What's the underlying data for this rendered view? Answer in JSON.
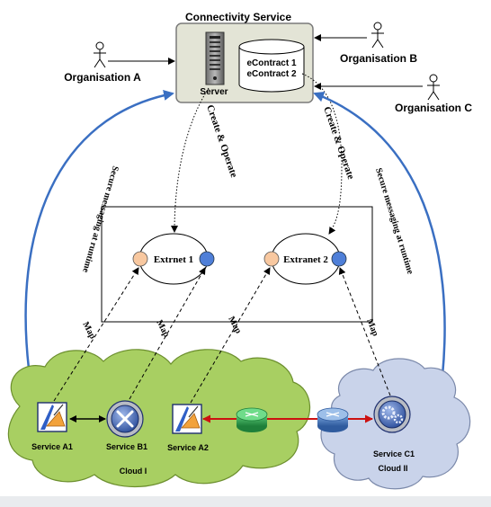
{
  "diagram": {
    "connectivity_service": {
      "title": "Connectivity Service",
      "server_label": "Server",
      "contracts": [
        "eContract 1",
        "eContract 2"
      ]
    },
    "organisations": [
      "Organisation A",
      "Organisation B",
      "Organisation C"
    ],
    "extranets": [
      "Extrnet 1",
      "Extranet 2"
    ],
    "edge_labels": {
      "create_operate": "Create & Operate",
      "secure_messaging": "Secure messaging at runtime",
      "map": "Map"
    },
    "clouds": [
      {
        "label": "Cloud I",
        "services": [
          "Service A1",
          "Service B1",
          "Service A2"
        ]
      },
      {
        "label": "Cloud II",
        "services": [
          "Service C1"
        ]
      }
    ],
    "colors": {
      "box_fill": "#e3e4d6",
      "cloud1_fill": "#a8cf62",
      "cloud2_fill": "#c9d3ea",
      "blue_arrow": "#3a6fc2",
      "red_link": "#cc1111",
      "peach_node": "#f8c8a0",
      "blue_node": "#4f7fd8"
    }
  }
}
